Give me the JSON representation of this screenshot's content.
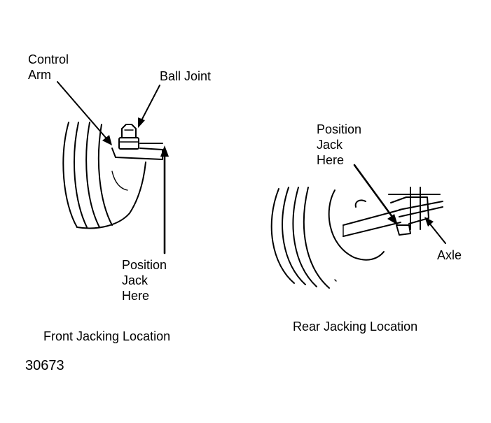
{
  "front": {
    "caption": "Front Jacking Location",
    "labels": {
      "control_arm": "Control\nArm",
      "ball_joint": "Ball Joint",
      "position_jack": "Position\nJack\nHere"
    }
  },
  "rear": {
    "caption": "Rear Jacking Location",
    "labels": {
      "position_jack": "Position\nJack\nHere",
      "axle": "Axle"
    }
  },
  "figure_number": "30673"
}
